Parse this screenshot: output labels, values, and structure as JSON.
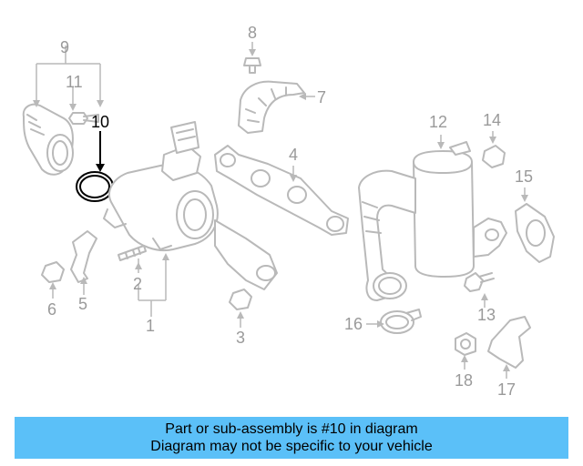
{
  "callouts": {
    "c1": "1",
    "c2": "2",
    "c3": "3",
    "c4": "4",
    "c5": "5",
    "c6": "6",
    "c7": "7",
    "c8": "8",
    "c9": "9",
    "c10": "10",
    "c11": "11",
    "c12": "12",
    "c13": "13",
    "c14": "14",
    "c15": "15",
    "c16": "16",
    "c17": "17",
    "c18": "18"
  },
  "highlight": {
    "color": "#000000",
    "part": "10"
  },
  "banner": {
    "line1": "Part or sub-assembly is #10 in diagram",
    "line2": "Diagram may not be specific to your vehicle",
    "color": "#5bc0f8"
  }
}
